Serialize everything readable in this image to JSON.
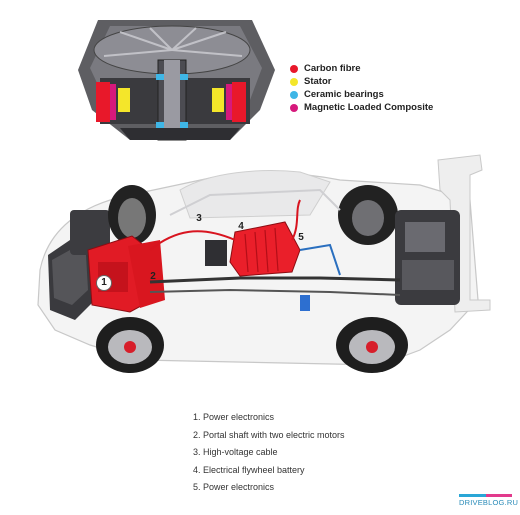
{
  "legend": [
    {
      "label": "Carbon fibre",
      "color": "#e8182a"
    },
    {
      "label": "Stator",
      "color": "#f4e62a"
    },
    {
      "label": "Ceramic bearings",
      "color": "#3fb6e6"
    },
    {
      "label": "Magnetic Loaded Composite",
      "color": "#d6197c"
    }
  ],
  "callouts": [
    "1. Power electronics",
    "2. Portal shaft with two electric motors",
    "3. High-voltage cable",
    "4. Electrical flywheel battery",
    "5. Power electronics"
  ],
  "badges": [
    "1",
    "2",
    "3",
    "4",
    "5"
  ],
  "logo": {
    "text": "DRIVEBLOG.RU",
    "colors": [
      "#2aa6d6",
      "#e23a8c"
    ]
  }
}
